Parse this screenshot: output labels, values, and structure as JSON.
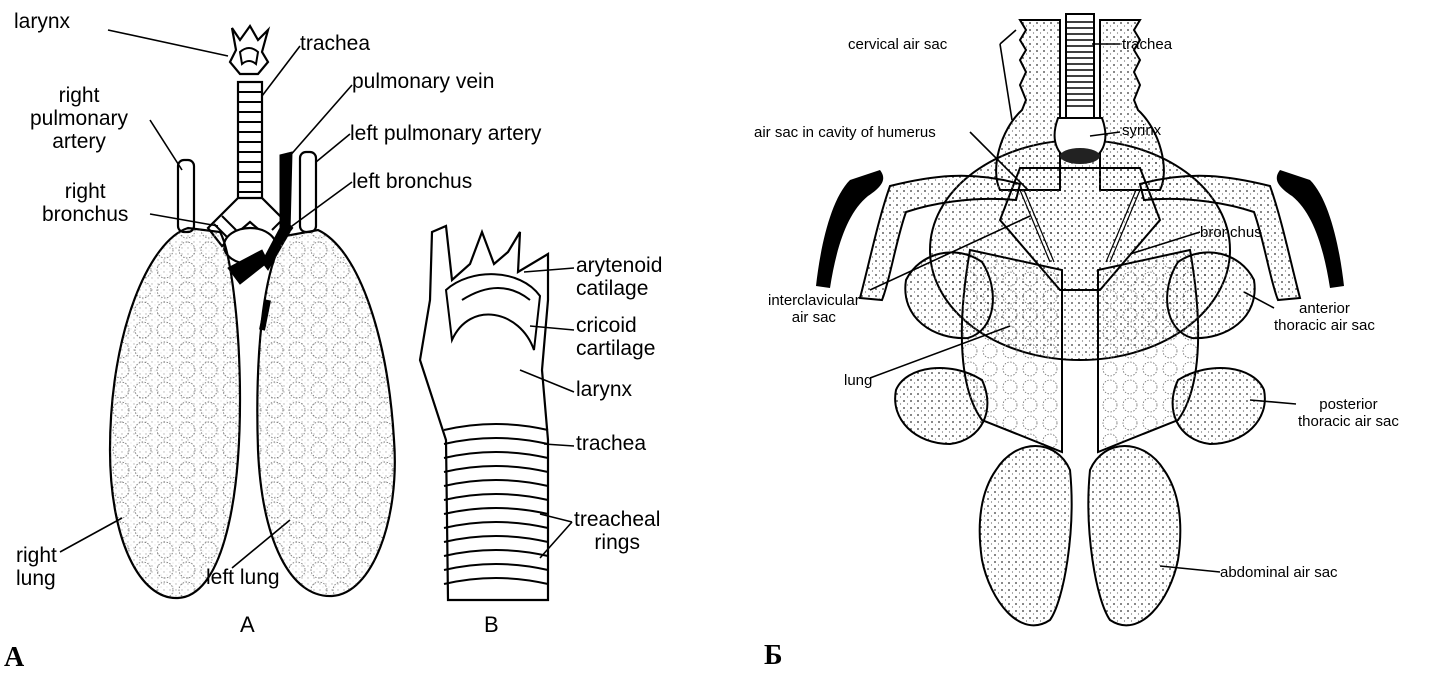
{
  "figure_a": {
    "tag": "А",
    "subfigure_a_caption": "A",
    "subfigure_b_caption": "B",
    "labels": {
      "larynx": "larynx",
      "trachea": "trachea",
      "pulmonary_vein": "pulmonary vein",
      "right_pulmonary_artery": "right\npulmonary\nartery",
      "left_pulmonary_artery": "left pulmonary artery",
      "right_bronchus": "right\nbronchus",
      "left_bronchus": "left bronchus",
      "right_lung": "right\nlung",
      "left_lung": "left lung",
      "arytenoid": "arytenoid\ncatilage",
      "cricoid": "cricoid\ncartilage",
      "larynx_b": "larynx",
      "trachea_b": "trachea",
      "tracheal_rings": "treacheal\nrings"
    }
  },
  "figure_b": {
    "tag": "Б",
    "labels": {
      "cervical_air_sac": "cervical air sac",
      "trachea": "trachea",
      "humerus_air_sac": "air sac in cavity of humerus",
      "syrinx": "syrinx",
      "bronchus": "bronchus",
      "interclavicular": "interclavicular\nair sac",
      "anterior_thoracic": "anterior\nthoracic air sac",
      "lung": "lung",
      "posterior_thoracic": "posterior\nthoracic air sac",
      "abdominal": "abdominal air sac"
    }
  }
}
